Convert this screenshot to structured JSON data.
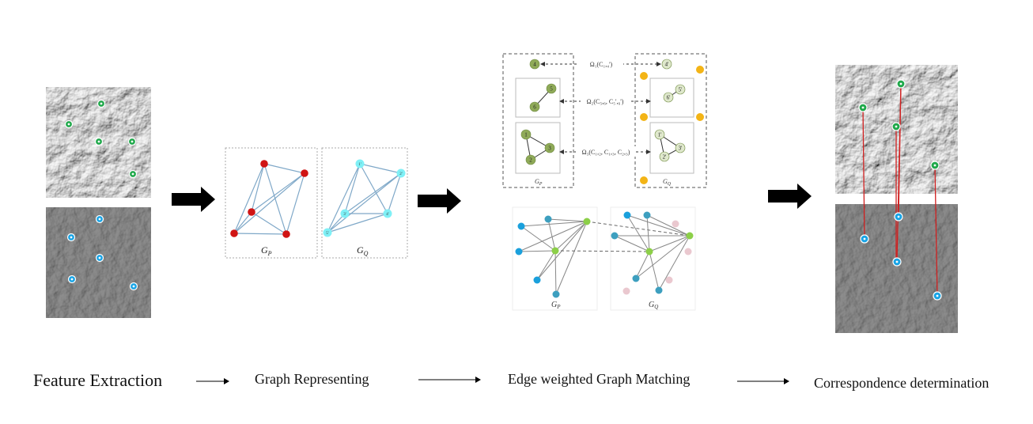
{
  "stages": {
    "feature_extraction": "Feature Extraction",
    "graph_representing": "Graph Representing",
    "edge_weighted_matching": "Edge weighted Graph Matching",
    "correspondence": "Correspondence determination"
  },
  "graph_panel": {
    "gp_label": "G",
    "gp_sub": "P",
    "gq_label": "G",
    "gq_sub": "Q",
    "gq_node_labels": [
      "1'",
      "2'",
      "3'",
      "4'",
      "5'"
    ]
  },
  "matching_panel": {
    "omega1": "Ω₁(C₁,₄')",
    "omega2": "Ω₂(C₅,₆, C₅',₆')",
    "omega3": "Ω₃(C₁,₂, C₁,₃, C₂,₃)",
    "left_nodes": [
      "4",
      "5",
      "6",
      "1",
      "2",
      "3"
    ],
    "right_nodes": [
      "4'",
      "5'",
      "6'",
      "1'",
      "2'",
      "3'"
    ]
  },
  "colors": {
    "green": "#1fa84a",
    "cyan": "#18a4e6",
    "red": "#d01414",
    "line_blue": "#7fa8c8",
    "olive": "#8faa58",
    "orange": "#f3b416",
    "match_red": "#d02020"
  }
}
